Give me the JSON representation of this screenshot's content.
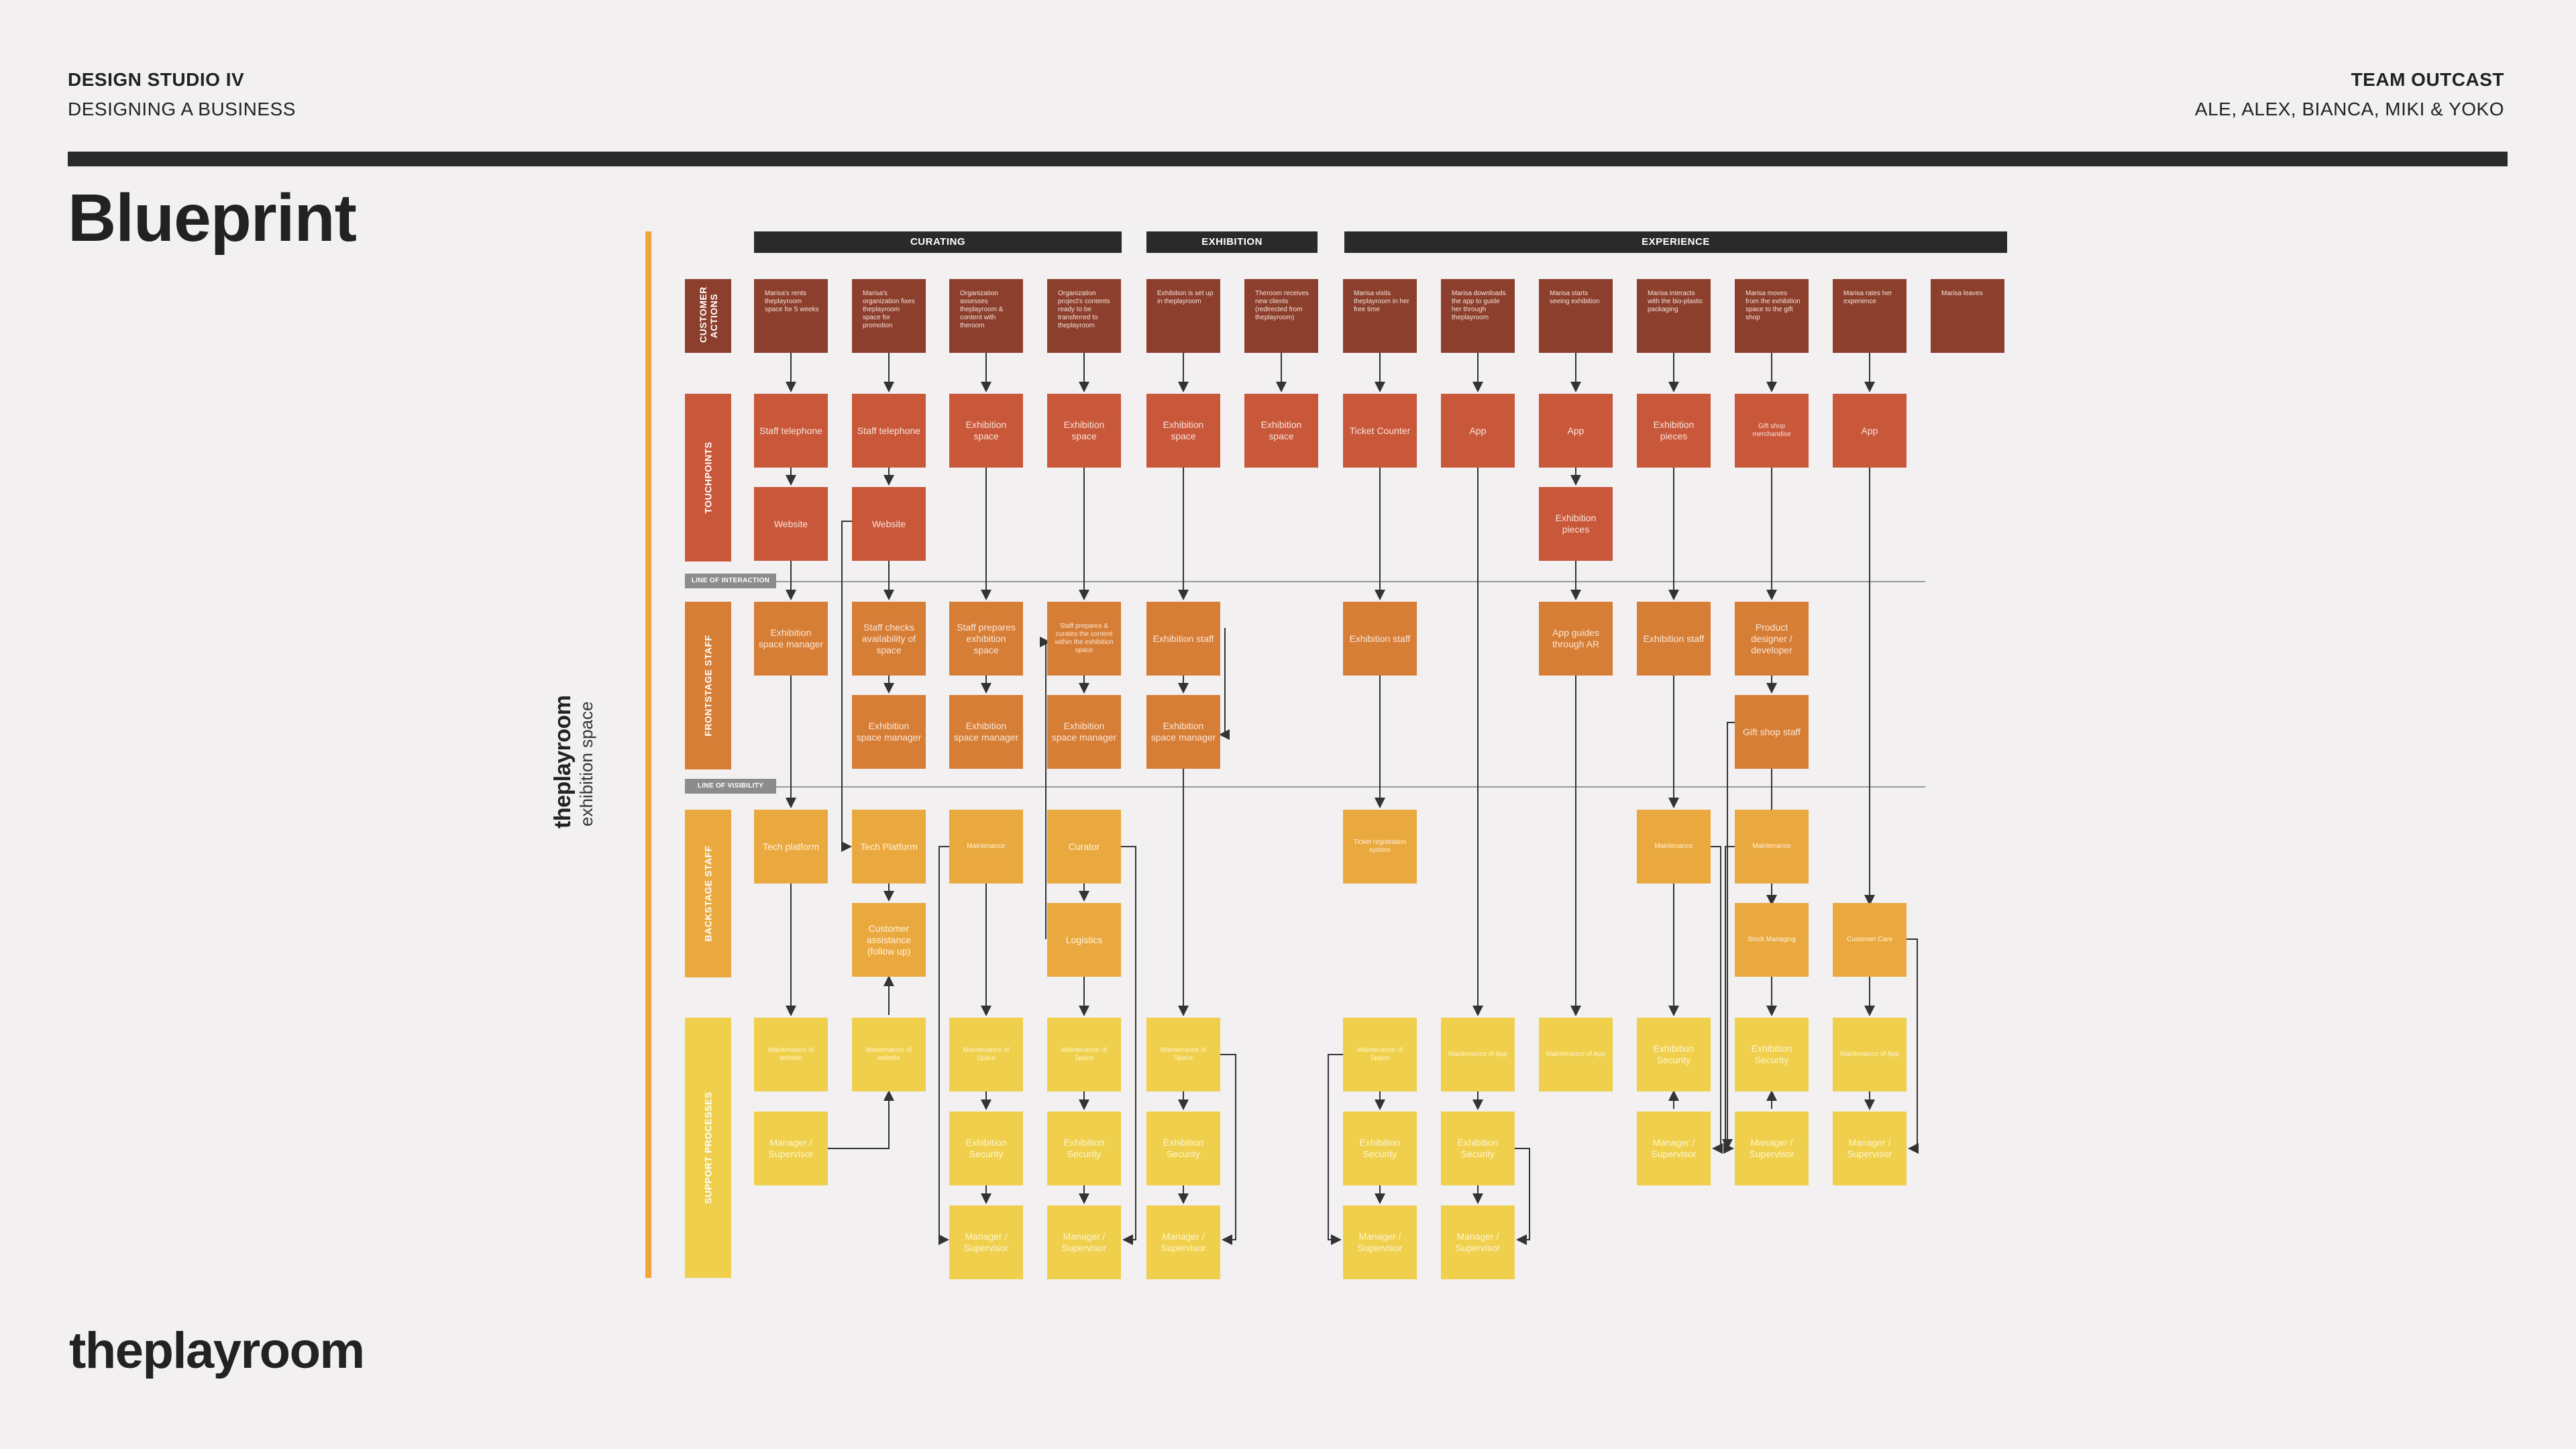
{
  "header": {
    "course": "DESIGN STUDIO IV",
    "subtitle": "DESIGNING A BUSINESS",
    "team": "TEAM OUTCAST",
    "members": "ALE, ALEX, BIANCA, MIKI & YOKO"
  },
  "title": "Blueprint",
  "brand": {
    "logo": "theplayroom",
    "tagline": "exhibition space"
  },
  "stages": [
    "CURATING",
    "EXHIBITION",
    "EXPERIENCE"
  ],
  "lanes": [
    "CUSTOMER ACTIONS",
    "TOUCHPOINTS",
    "FRONTSTAGE STAFF",
    "BACKSTAGE STAFF",
    "SUPPORT PROCESSES"
  ],
  "lines": {
    "interaction": "LINE OF INTERACTION",
    "visibility": "LINE OF VISIBILITY"
  },
  "customer_actions": [
    "Marisa's rents theplayroom space for 5 weeks",
    "Marisa's organization fixes theplayroom space for promotion",
    "Organization assesses theplayroom & content with theroom",
    "Organization project's contents ready to be transferred to theplayroom",
    "Exhibition is set up in theplayroom",
    "Theroom receives new clients (redirected from theplayroom)",
    "Marisa visits theplayroom in her free time",
    "Marisa downloads the app to guide her through theplayroom",
    "Marisa starts seeing exhibition",
    "Marisa interacts with the bio-plastic packaging",
    "Marisa moves from the exhibition space to the gift shop",
    "Marisa rates her experience",
    "Marisa leaves"
  ],
  "touchpoints": {
    "row1": [
      "Staff telephone",
      "Staff telephone",
      "Exhibition space",
      "Exhibition space",
      "Exhibition space",
      "Exhibition space",
      "Ticket Counter",
      "App",
      "App",
      "Exhibition pieces",
      "Gift shop merchandise",
      "App"
    ],
    "row2": [
      "Website",
      "Website",
      "Exhibition pieces"
    ]
  },
  "frontstage": {
    "row1": [
      "Exhibition space manager",
      "Staff checks availability of space",
      "Staff prepares exhibition space",
      "Staff prepares & curates the content within the exhibition space",
      "Exhibition staff",
      "Exhibition staff",
      "App guides through AR",
      "Exhibition staff",
      "Product designer / developer"
    ],
    "row2": [
      "Exhibition space manager",
      "Exhibition space manager",
      "Exhibition space manager",
      "Exhibition space manager",
      "Gift shop staff"
    ]
  },
  "backstage": {
    "row1": [
      "Tech platform",
      "Tech Platform",
      "Maintenance",
      "Curator",
      "Ticket registration system",
      "Maintenance",
      "Maintenance"
    ],
    "row2": [
      "Customer assistance (follow up)",
      "Logistics",
      "Stock Managing",
      "Customer Care"
    ]
  },
  "support": {
    "row1": [
      "Maintenance of website",
      "Maintenance of website",
      "Maintenance of Space",
      "Maintenance of Space",
      "Maintenance of Space",
      "Maintenance of Space",
      "Maintenance of App",
      "Maintenance of App",
      "Exhibition Security",
      "Exhibition Security",
      "Maintenance of App"
    ],
    "row2": [
      "Manager / Supervisor",
      "Exhibition Security",
      "Exhibition Security",
      "Exhibition Security",
      "Exhibition Security",
      "Exhibition Security",
      "Manager / Supervisor",
      "Manager / Supervisor",
      "Manager / Supervisor"
    ],
    "row3": [
      "Manager / Supervisor",
      "Manager / Supervisor",
      "Manager / Supervisor",
      "Manager / Supervisor",
      "Manager / Supervisor"
    ]
  },
  "colors": {
    "customer_actions": "#8c3f2c",
    "touchpoints": "#c9573a",
    "frontstage": "#d67d36",
    "backstage": "#eaa93f",
    "support": "#efcf4b",
    "accent": "#f0a53a",
    "bar": "#2b2a2b"
  },
  "footer": {
    "logo": "theplayroom"
  }
}
